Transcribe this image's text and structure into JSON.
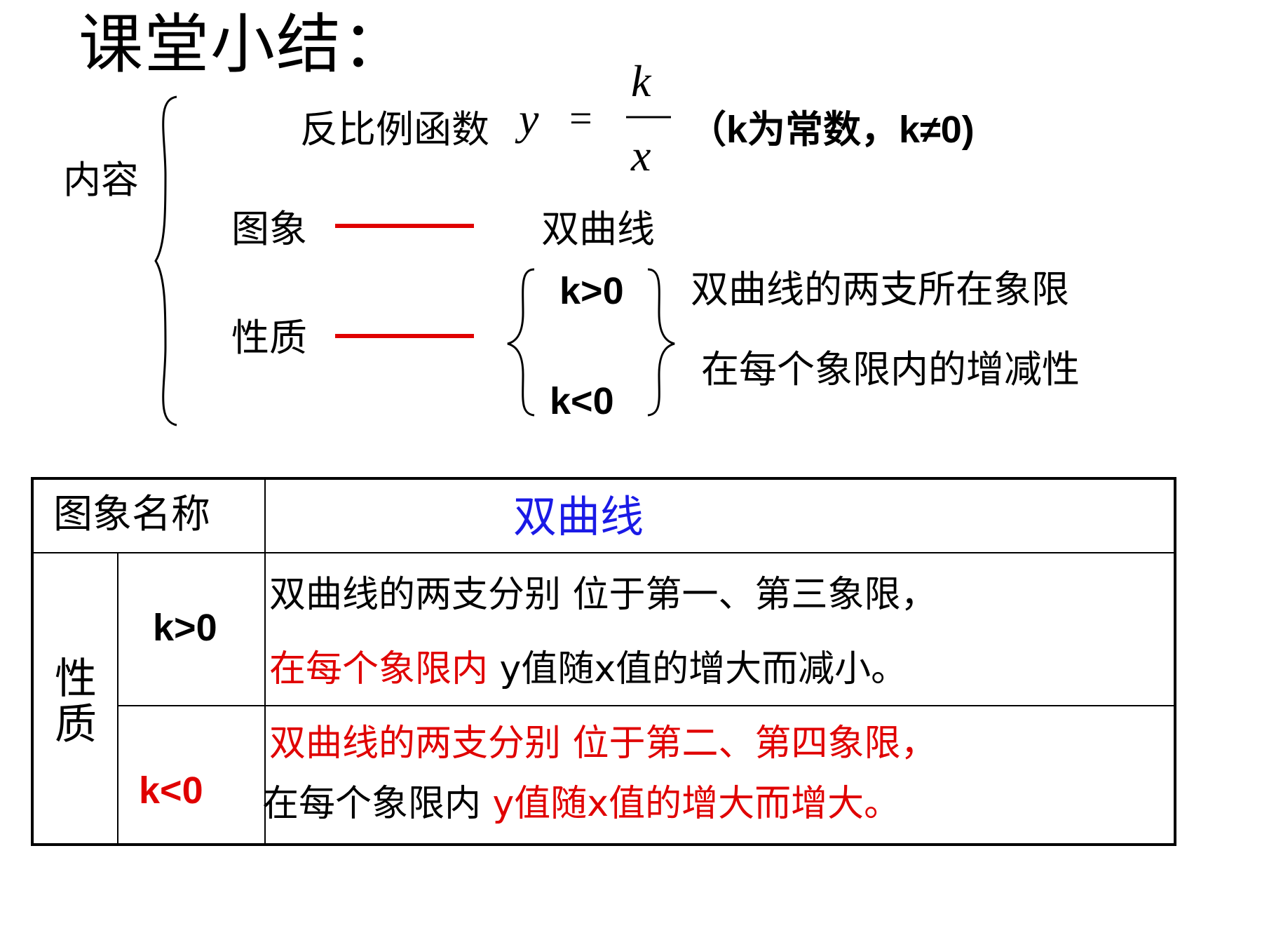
{
  "title": "课堂小结：",
  "summary": {
    "content_label": "内容",
    "function_prefix": "反比例函数",
    "formula": {
      "y": "y",
      "eq": "=",
      "numerator": "k",
      "denominator": "x"
    },
    "condition": "（k为常数，k≠0)",
    "graph_label": "图象",
    "graph_value": "双曲线",
    "property_label": "性质",
    "k_pos": "k>0",
    "k_neg": "k<0",
    "property_item_1": "双曲线的两支所在象限",
    "property_item_2": "在每个象限内的增减性"
  },
  "table": {
    "header_label": "图象名称",
    "header_value": "双曲线",
    "property_label": "性质",
    "rows": [
      {
        "k": "k>0",
        "line1": "双曲线的两支分别 位于第一、第三象限，",
        "line2_part1": "在每个象限内",
        "line2_part2": " y值随x值的增大而减小。"
      },
      {
        "k": "k<0",
        "line1": "双曲线的两支分别 位于第二、第四象限，",
        "line2_part1": "在每个象限内 ",
        "line2_part2": "y值随x值的增大而增大。"
      }
    ]
  },
  "colors": {
    "red": "#e00000",
    "blue": "#1a1ae6",
    "black": "#000000"
  }
}
